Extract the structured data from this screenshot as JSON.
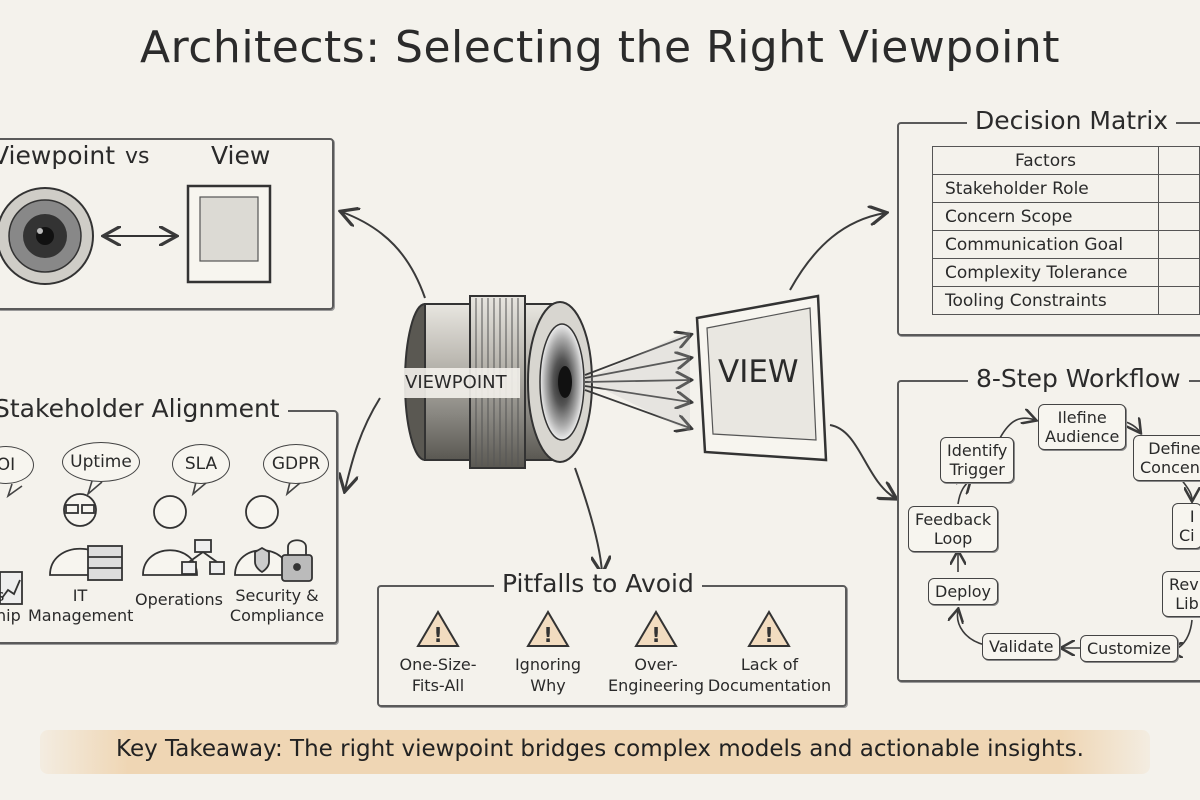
{
  "title": "Architects: Selecting the Right Viewpoint",
  "center": {
    "lens_label": "VIEWPOINT",
    "view_label": "VIEW"
  },
  "viewpoint_vs_view": {
    "left": "Viewpoint",
    "vs": "vs",
    "right": "View"
  },
  "decision_matrix": {
    "title": "Decision Matrix",
    "rows": [
      "Factors",
      "Stakeholder Role",
      "Concern Scope",
      "Communication Goal",
      "Complexity Tolerance",
      "Tooling Constraints"
    ]
  },
  "stakeholder_alignment": {
    "title": "Stakeholder Alignment",
    "bubbles": [
      "OI",
      "Uptime",
      "SLA",
      "GDPR"
    ],
    "roles": [
      "s\nhip",
      "IT\nManagement",
      "Operations",
      "Security &\nCompliance"
    ]
  },
  "workflow": {
    "title": "8-Step Workflow",
    "steps": {
      "identify": "Identify\nTrigger",
      "define_audience": "Ilefine\nAudience",
      "define_concerns": "Define\nConcenc",
      "c": "I\nCi",
      "review": "Rev\nLib",
      "customize": "Customize",
      "validate": "Validate",
      "deploy": "Deploy",
      "feedback": "Feedback\nLoop"
    }
  },
  "pitfalls": {
    "title": "Pitfalls to Avoid",
    "items": [
      "One-Size-\nFits-All",
      "Ignoring\nWhy",
      "Over-\nEngineering",
      "Lack of\nDocumentation"
    ]
  },
  "takeaway": "Key Takeaway: The right viewpoint bridges complex models and actionable insights.",
  "colors": {
    "background": "#f4f2ec",
    "ink": "#2a2a2a",
    "banner": "#efd6b4",
    "warning_fill": "#f2dcc0"
  }
}
